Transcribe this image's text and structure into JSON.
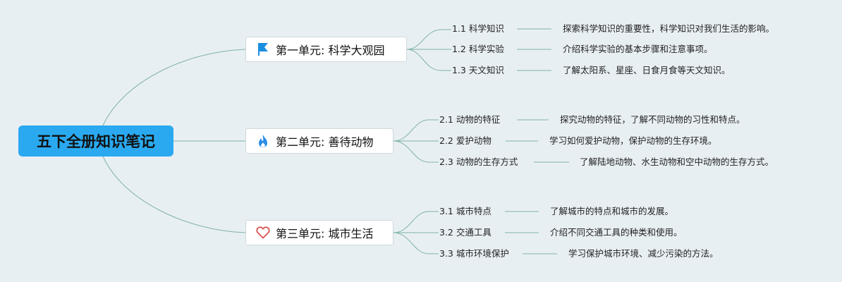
{
  "root": {
    "label": "五下全册知识笔记"
  },
  "colors": {
    "root_bg": "#2aa9f0",
    "line": "#7fb3a6",
    "flag": "#1a8fe0",
    "fire": "#2c8ee8",
    "heart": "#d9534f"
  },
  "units": [
    {
      "title": "第一单元: 科学大观园",
      "icon": "flag-icon",
      "topics": [
        {
          "label": "1.1 科学知识",
          "desc": "探索科学知识的重要性，科学知识对我们生活的影响。"
        },
        {
          "label": "1.2 科学实验",
          "desc": "介绍科学实验的基本步骤和注意事项。"
        },
        {
          "label": "1.3 天文知识",
          "desc": "了解太阳系、星座、日食月食等天文知识。"
        }
      ]
    },
    {
      "title": "第二单元: 善待动物",
      "icon": "fire-icon",
      "topics": [
        {
          "label": "2.1 动物的特征",
          "desc": "探究动物的特征，了解不同动物的习性和特点。"
        },
        {
          "label": "2.2 爱护动物",
          "desc": "学习如何爱护动物，保护动物的生存环境。"
        },
        {
          "label": "2.3 动物的生存方式",
          "desc": "了解陆地动物、水生动物和空中动物的生存方式。"
        }
      ]
    },
    {
      "title": "第三单元: 城市生活",
      "icon": "heart-icon",
      "topics": [
        {
          "label": "3.1 城市特点",
          "desc": "了解城市的特点和城市的发展。"
        },
        {
          "label": "3.2 交通工具",
          "desc": "介绍不同交通工具的种类和使用。"
        },
        {
          "label": "3.3 城市环境保护",
          "desc": "学习保护城市环境、减少污染的方法。"
        }
      ]
    }
  ]
}
